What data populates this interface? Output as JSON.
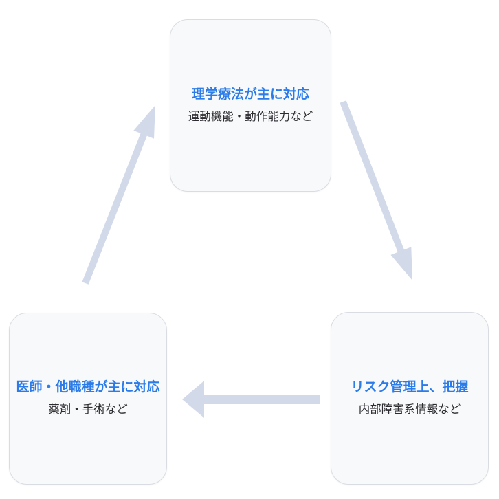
{
  "diagram": {
    "nodes": [
      {
        "id": "physical-therapy",
        "title": "理学療法が主に対応",
        "subtitle": "運動機能・動作能力など"
      },
      {
        "id": "risk-management",
        "title": "リスク管理上、把握",
        "subtitle": "内部障害系情報など"
      },
      {
        "id": "physician-others",
        "title": "医師・他職種が主に対応",
        "subtitle": "薬剤・手術など"
      }
    ],
    "arrows": [
      {
        "from": "physical-therapy",
        "to": "risk-management",
        "direction": "down-right"
      },
      {
        "from": "risk-management",
        "to": "physician-others",
        "direction": "left"
      },
      {
        "from": "physician-others",
        "to": "physical-therapy",
        "direction": "up-right"
      }
    ],
    "colors": {
      "title_text": "#2b7ce9",
      "subtitle_text": "#2b2b30",
      "node_background": "#f8f9fa",
      "node_border": "#d9dce2",
      "arrow_fill": "#d2daea",
      "page_background": "#ffffff"
    }
  }
}
